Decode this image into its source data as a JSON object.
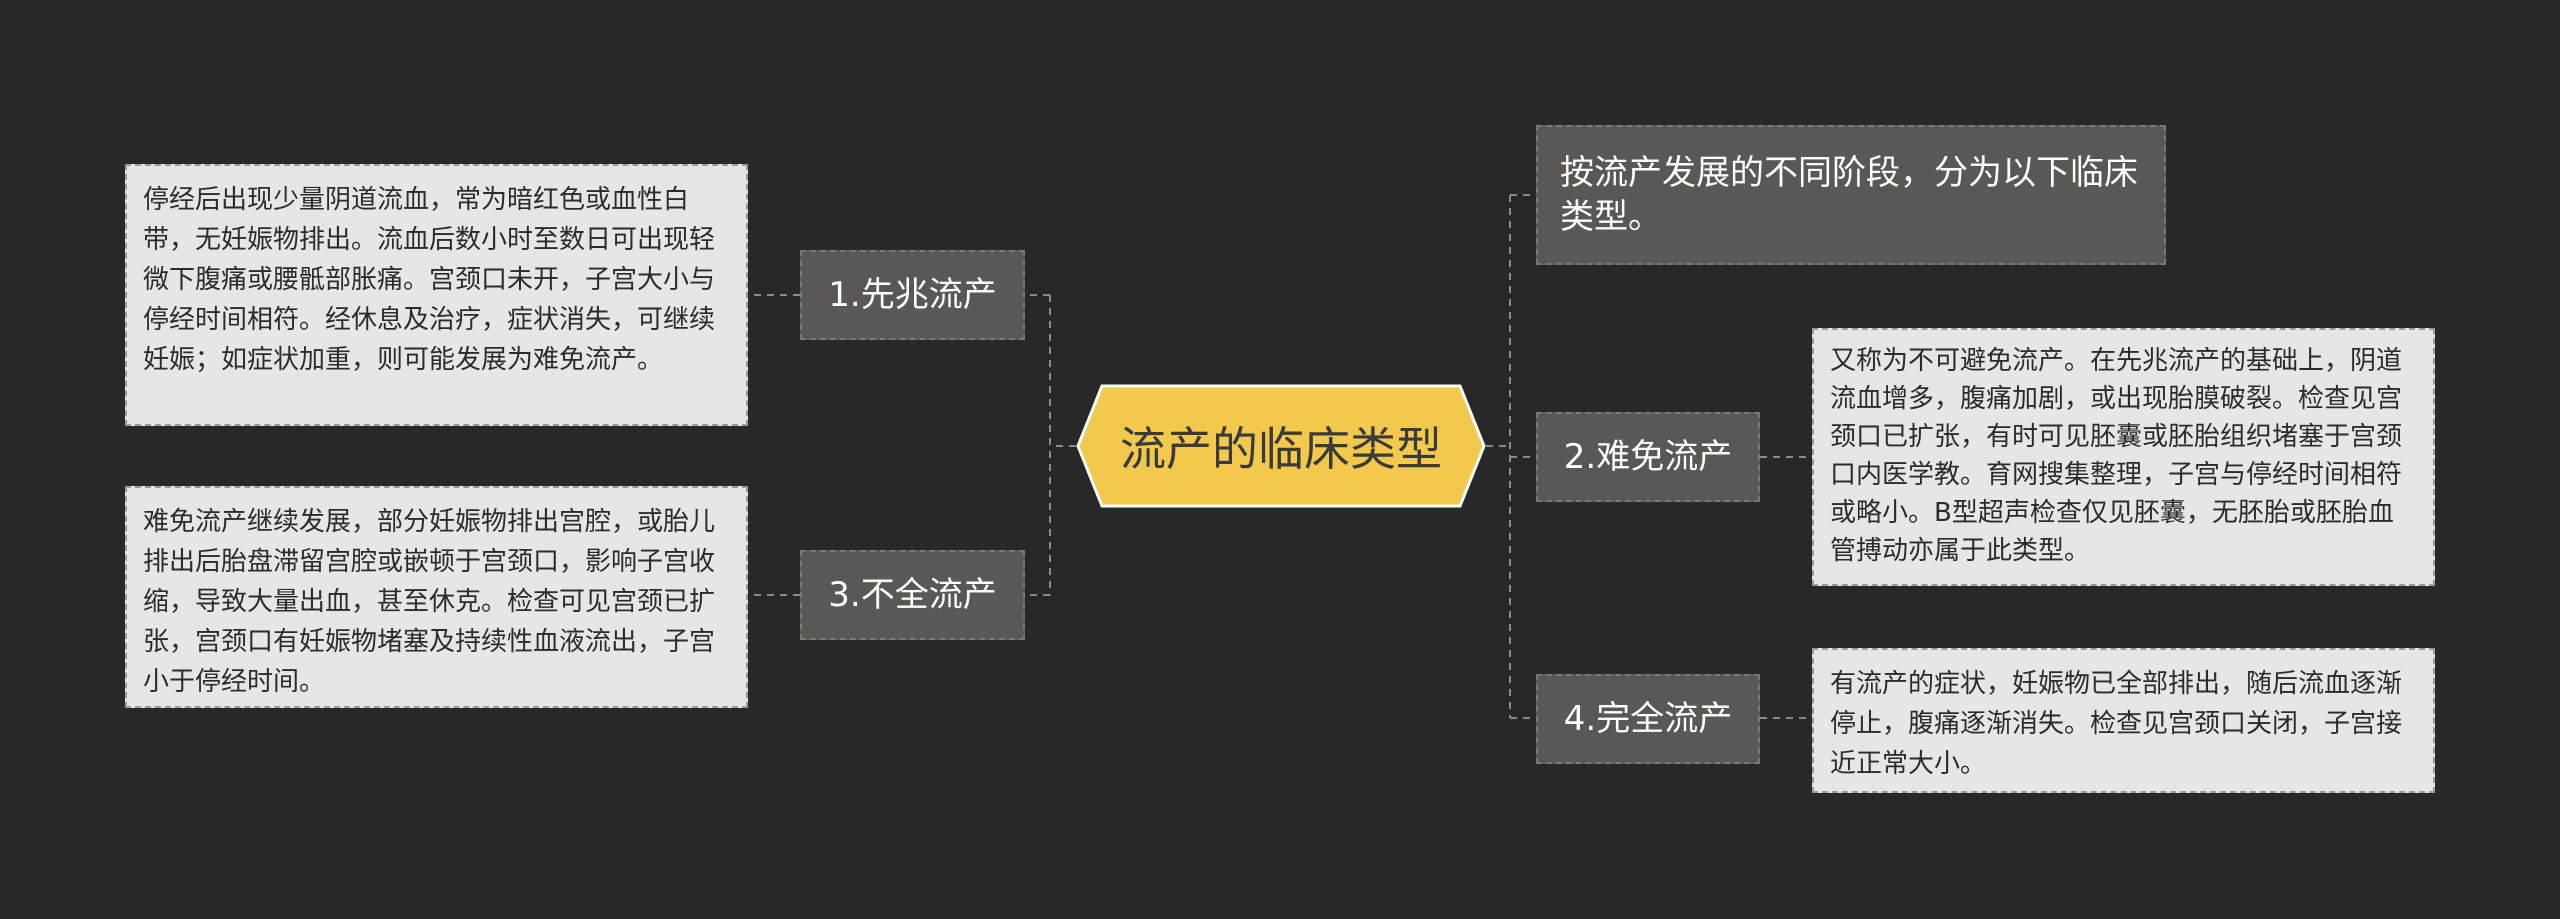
{
  "root": {
    "label": "流产的临床类型"
  },
  "intro": {
    "text": "按流产发展的不同阶段，分为以下临床类型。"
  },
  "branches": [
    {
      "label": "1.先兆流产",
      "detail": "停经后出现少量阴道流血，常为暗红色或血性白带，无妊娠物排出。流血后数小时至数日可出现轻微下腹痛或腰骶部胀痛。宫颈口未开，子宫大小与停经时间相符。经休息及治疗，症状消失，可继续妊娠；如症状加重，则可能发展为难免流产。"
    },
    {
      "label": "2.难免流产",
      "detail": "又称为不可避免流产。在先兆流产的基础上，阴道流血增多，腹痛加剧，或出现胎膜破裂。检查见宫颈口已扩张，有时可见胚囊或胚胎组织堵塞于宫颈口内医学教。育网搜集整理，子宫与停经时间相符或略小。B型超声检查仅见胚囊，无胚胎或胚胎血管搏动亦属于此类型。"
    },
    {
      "label": "3.不全流产",
      "detail": "难免流产继续发展，部分妊娠物排出宫腔，或胎儿排出后胎盘滞留宫腔或嵌顿于宫颈口，影响子宫收缩，导致大量出血，甚至休克。检查可见宫颈已扩张，宫颈口有妊娠物堵塞及持续性血液流出，子宫小于停经时间。"
    },
    {
      "label": "4.完全流产",
      "detail": "有流产的症状，妊娠物已全部排出，随后流血逐渐停止，腹痛逐渐消失。检查见宫颈口关闭，子宫接近正常大小。"
    }
  ],
  "colors": {
    "background": "#282828",
    "root_fill": "#f2c94c",
    "branch_fill": "#5a5755",
    "detail_fill": "#e6e6e6",
    "connector": "#8a8a8a"
  }
}
